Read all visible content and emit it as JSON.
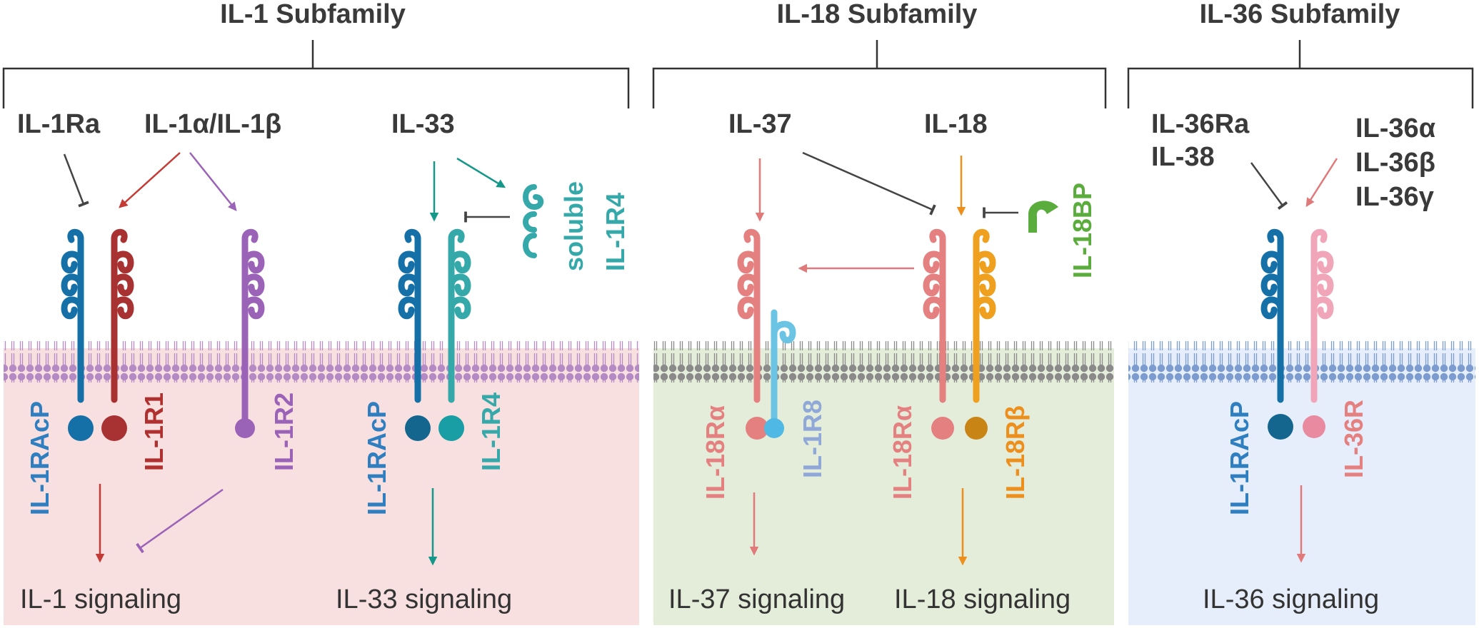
{
  "subfamilies": {
    "il1": {
      "title": "IL-1 Subfamily"
    },
    "il18": {
      "title": "IL-18 Subfamily"
    },
    "il36": {
      "title": "IL-36 Subfamily"
    }
  },
  "ligands": {
    "il1ra": "IL-1Ra",
    "il1ab": "IL-1α/IL-1β",
    "il33": "IL-33",
    "il37": "IL-37",
    "il18": "IL-18",
    "il36ra": "IL-36Ra",
    "il38": "IL-38",
    "il36a": "IL-36α",
    "il36b": "IL-36β",
    "il36g": "IL-36γ",
    "soluble": "soluble",
    "il1r4_soluble": "IL-1R4",
    "il18bp": "IL-18BP"
  },
  "receptors": {
    "il1racp_1": "IL-1RAcP",
    "il1r1": "IL-1R1",
    "il1r2": "IL-1R2",
    "il1racp_2": "IL-1RAcP",
    "il1r4": "IL-1R4",
    "il18ra_1": "IL-18Rα",
    "il1r8": "IL-1R8",
    "il18ra_2": "IL-18Rα",
    "il18rb": "IL-18Rβ",
    "il1racp_3": "IL-1RAcP",
    "il36r": "IL-36R"
  },
  "signaling": {
    "il1": "IL-1 signaling",
    "il33": "IL-33 signaling",
    "il37": "IL-37 signaling",
    "il18": "IL-18 signaling",
    "il36": "IL-36 signaling"
  },
  "colors": {
    "panel_il1": "#f8dfe0",
    "panel_il18": "#e4ecda",
    "panel_il36": "#e5eefa",
    "membrane_il1": "#b48ac4",
    "membrane_il18": "#8a8a8a",
    "membrane_il36": "#7c9ccf",
    "il1racp": "#1670a8",
    "il1r1": "#a83232",
    "il1r2": "#9b63b8",
    "il1r4": "#35a9aa",
    "il18ra": "#e58080",
    "il1r8": "#6cc4e4",
    "il18rb": "#eea01e",
    "il36r": "#f0a5b8",
    "il18bp": "#5aac3c",
    "arrow_red": "#c43a35",
    "arrow_purple": "#9b63b8",
    "arrow_teal": "#14988a",
    "arrow_salmon": "#e07a7a",
    "arrow_orange": "#ec8f1c",
    "inhibit": "#444444"
  }
}
